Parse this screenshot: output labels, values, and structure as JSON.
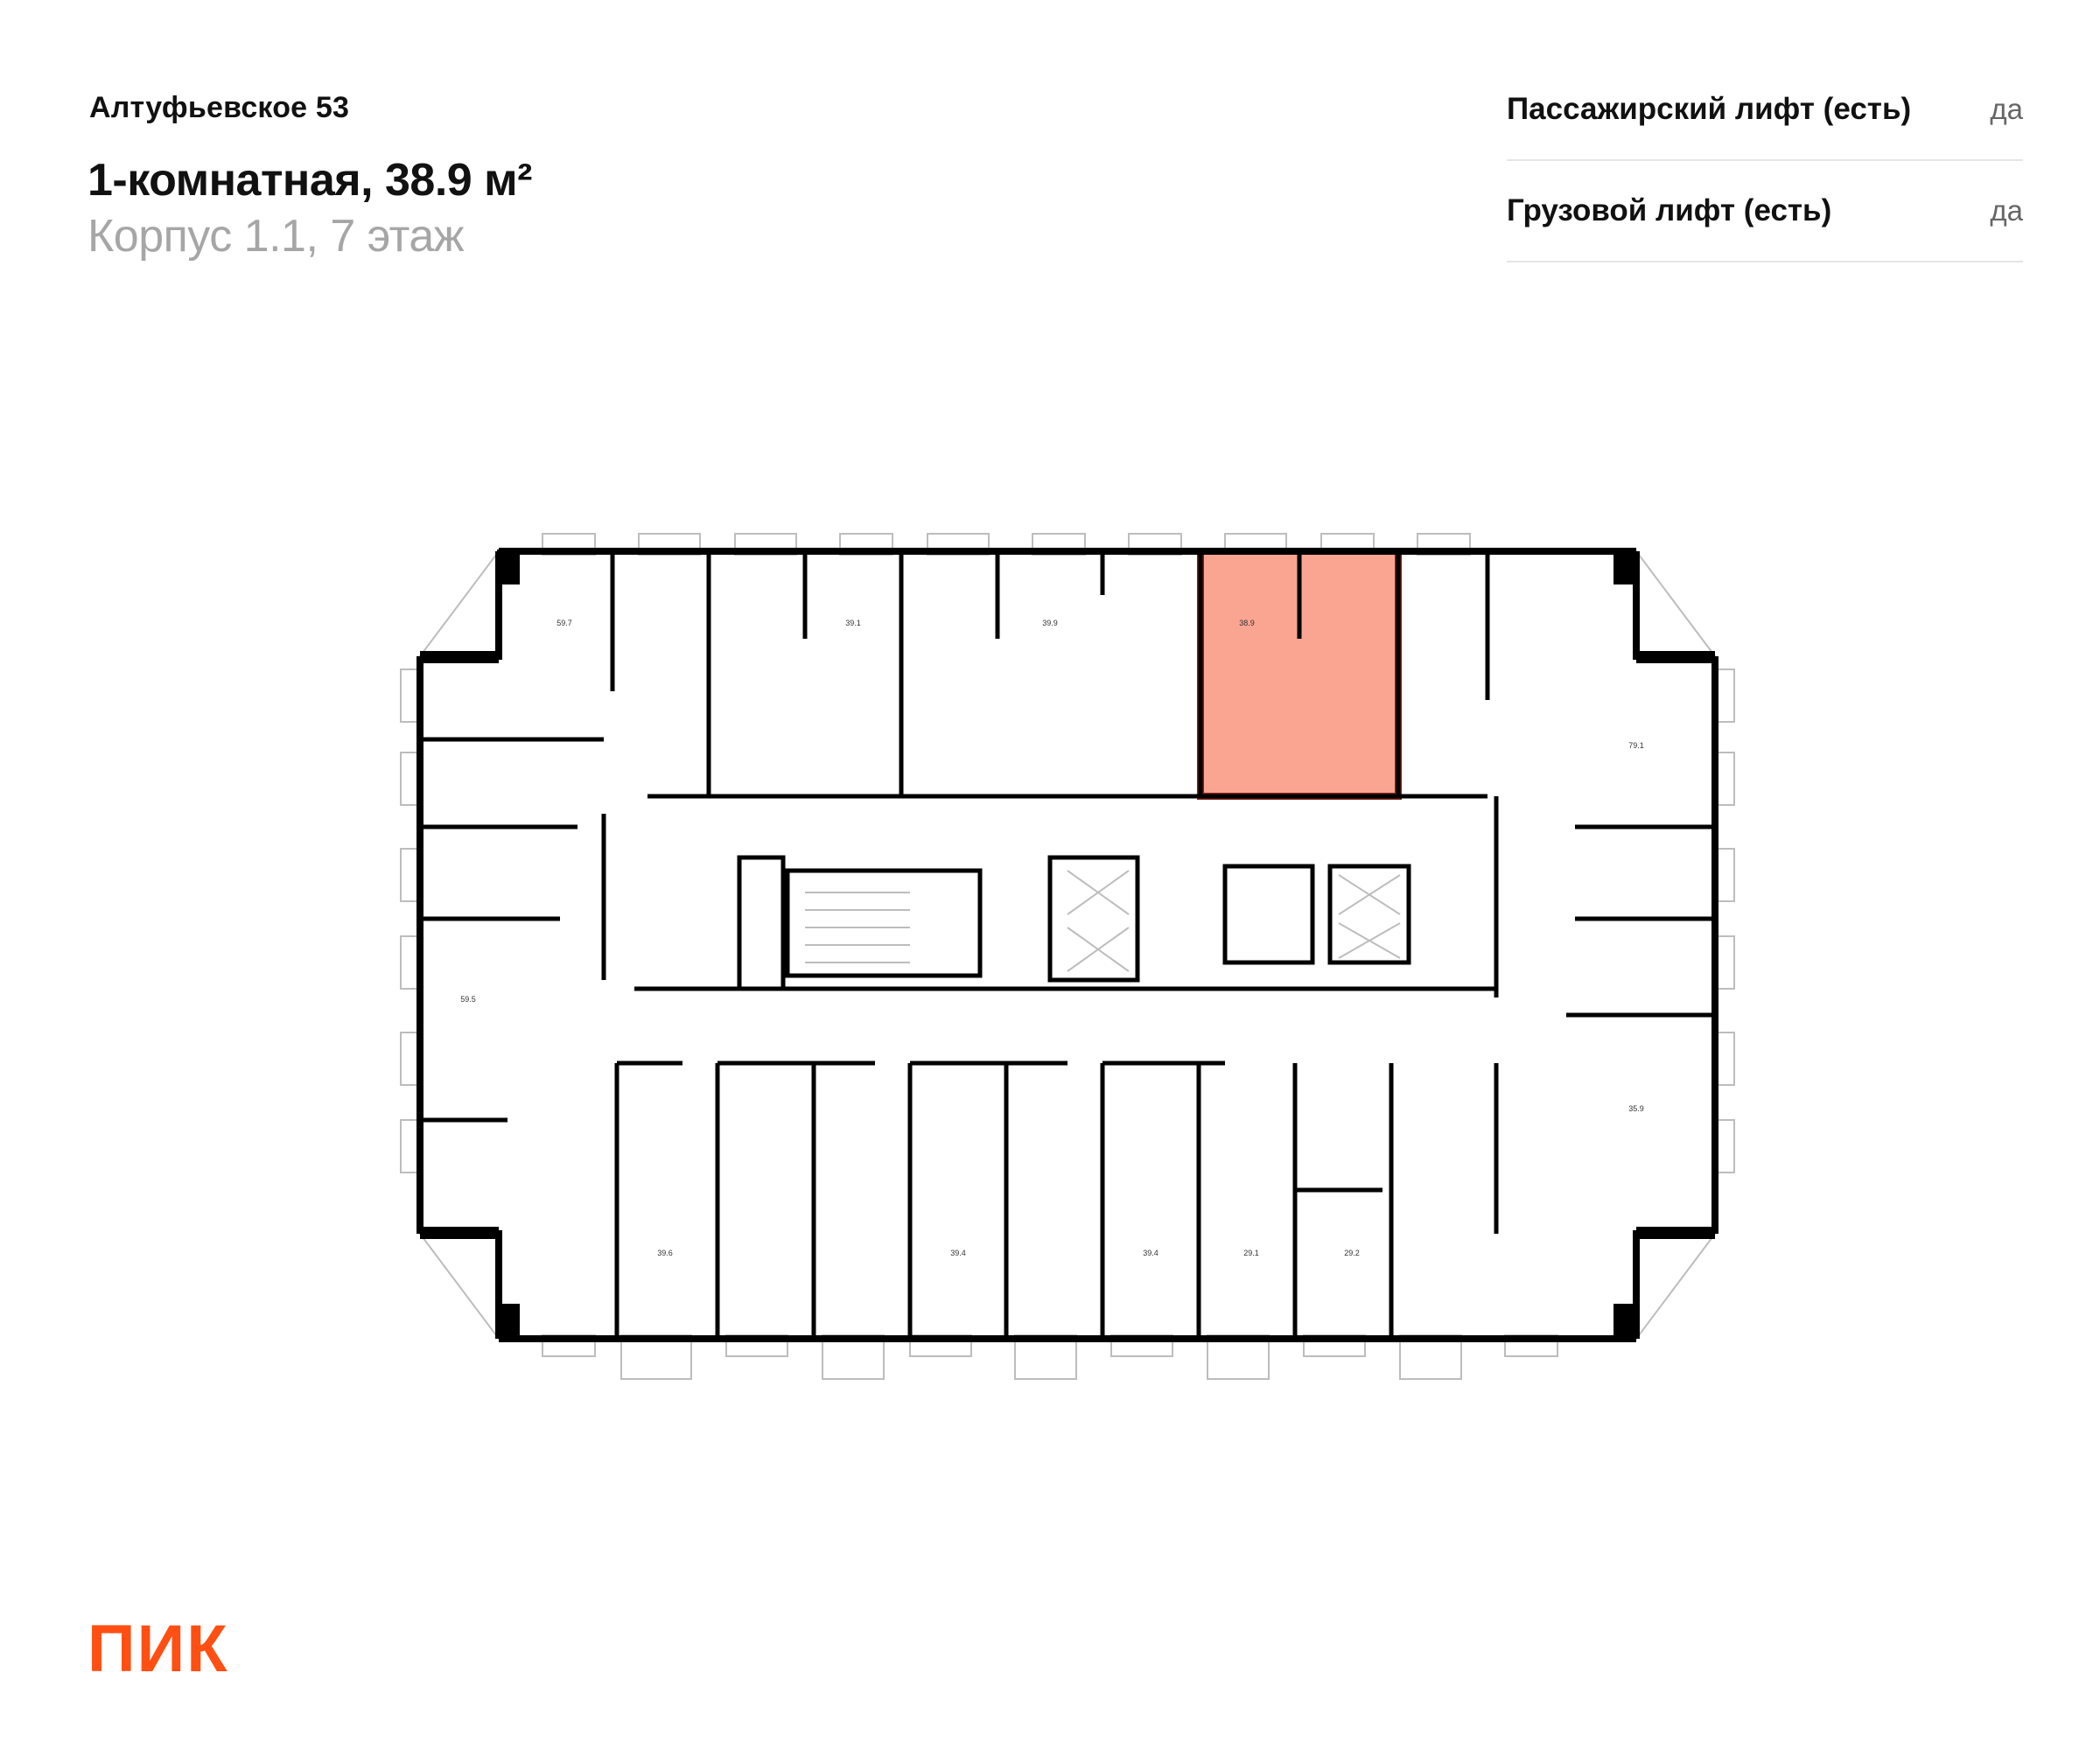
{
  "header": {
    "project_name": "Алтуфьевское 53",
    "flat_title": "1-комнатная, 38.9 м²",
    "flat_subtitle": "Корпус 1.1, 7 этаж"
  },
  "features": [
    {
      "label": "Пассажирский лифт (есть)",
      "value": "да"
    },
    {
      "label": "Грузовой лифт (есть)",
      "value": "да"
    }
  ],
  "plan": {
    "selected_unit": "38.9",
    "unit_labels": [
      "59.7",
      "39.1",
      "39.9",
      "38.9",
      "79.1",
      "59.5",
      "35.9",
      "39.6",
      "39.4",
      "39.4",
      "29.1",
      "29.2"
    ],
    "colors": {
      "highlight_fill": "#f9a592",
      "highlight_border": "#7a2419",
      "wall": "#000000"
    }
  },
  "brand": {
    "logo_text": "ПИК",
    "color": "#ff4f12"
  }
}
